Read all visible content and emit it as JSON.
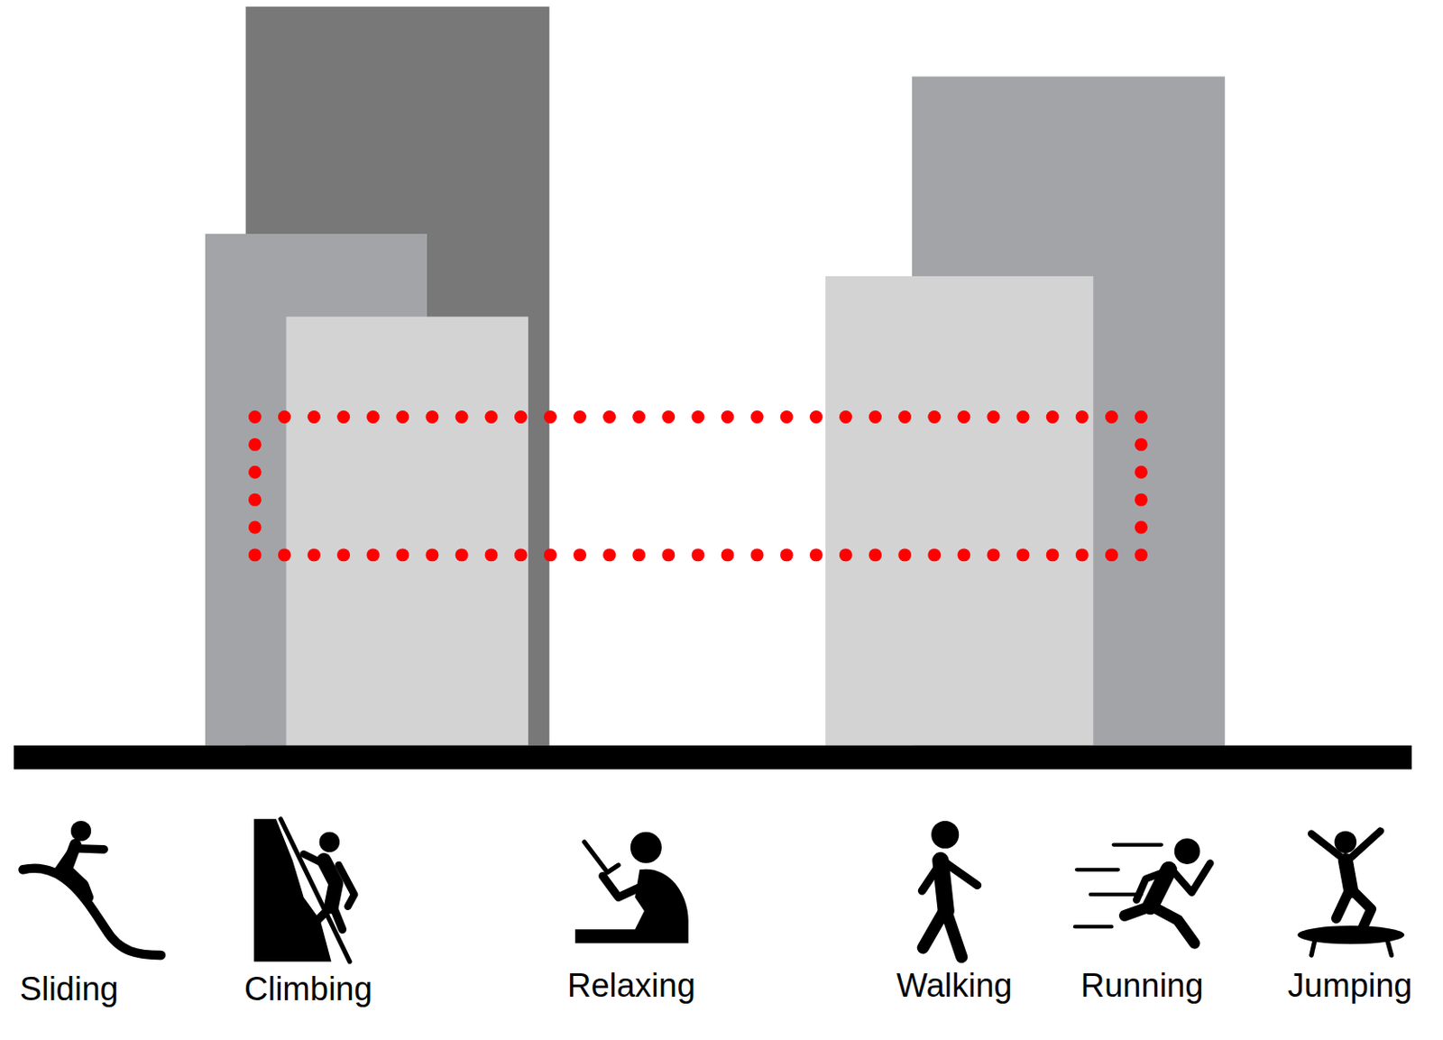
{
  "diagram": {
    "labels": [
      "Sliding",
      "Climbing",
      "Relaxing",
      "Walking",
      "Running",
      "Jumping"
    ]
  }
}
